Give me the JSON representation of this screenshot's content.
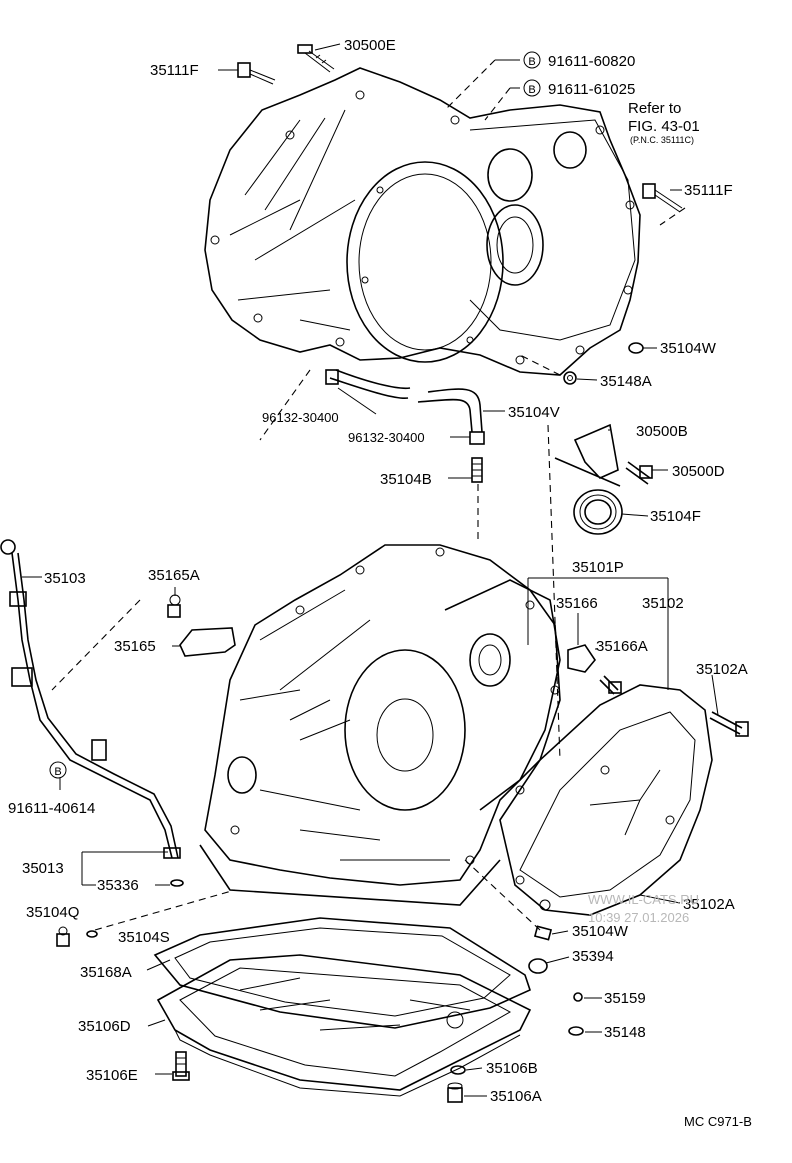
{
  "diagram": {
    "callouts": {
      "c30500E": "30500E",
      "c35111F_top": "35111F",
      "c91611_60820": "91611-60820",
      "c91611_61025": "91611-61025",
      "c35111F_right": "35111F",
      "c35104W_top": "35104W",
      "c35148A": "35148A",
      "c96132_30400_a": "96132-30400",
      "c35104V": "35104V",
      "c96132_30400_b": "96132-30400",
      "c30500B": "30500B",
      "c35104B": "35104B",
      "c30500D": "30500D",
      "c35104F": "35104F",
      "c35103": "35103",
      "c35165A": "35165A",
      "c35101P": "35101P",
      "c35166": "35166",
      "c35102": "35102",
      "c35165": "35165",
      "c35166A": "35166A",
      "c35102A_top": "35102A",
      "c91611_40614": "91611-40614",
      "c35013": "35013",
      "c35336": "35336",
      "c35102A_bottom": "35102A",
      "c35104Q": "35104Q",
      "c35104S": "35104S",
      "c35104W_bottom": "35104W",
      "c35394": "35394",
      "c35168A": "35168A",
      "c35159": "35159",
      "c35106D": "35106D",
      "c35148": "35148",
      "c35106B": "35106B",
      "c35106E": "35106E",
      "c35106A": "35106A"
    },
    "circle_marks": {
      "b1": "B",
      "b2": "B",
      "b3": "B"
    },
    "refer": {
      "line1": "Refer to",
      "line2": "FIG. 43-01",
      "line3": "(P.N.C. 35111C)"
    },
    "figure_code": "MC C971-B",
    "watermark": {
      "site": "WWW.IL-CATS.RU",
      "stamp": "10:39 27.01.2026"
    }
  }
}
